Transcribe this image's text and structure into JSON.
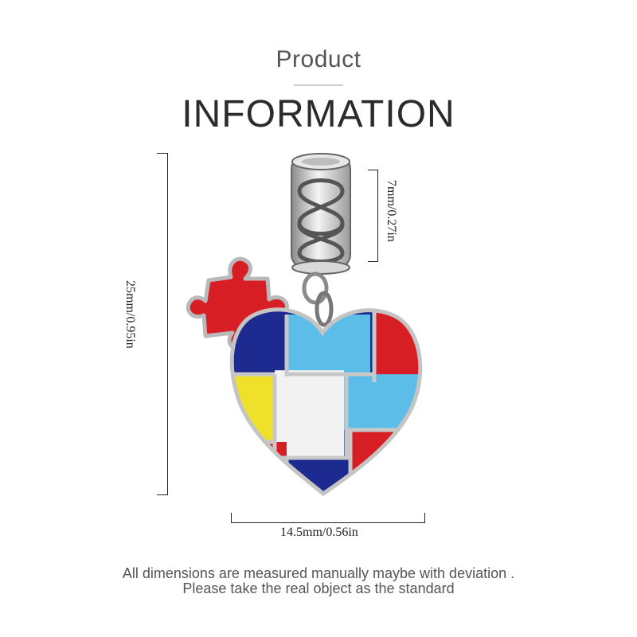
{
  "header": {
    "subtitle": "Product",
    "title": "INFORMATION"
  },
  "dimensions": {
    "height": "25mm/0.95in",
    "bail": "7mm/0.27in",
    "width": "14.5mm/0.56in"
  },
  "notice": {
    "line1": "All dimensions are measured manually maybe with deviation .",
    "line2": "Please take the real object as the standard"
  },
  "colors": {
    "red": "#d81e25",
    "blue": "#1d2a8f",
    "light_blue": "#5cbde8",
    "yellow": "#efe12a",
    "white": "#f2f2f2",
    "silver": "#c8c8c8"
  }
}
